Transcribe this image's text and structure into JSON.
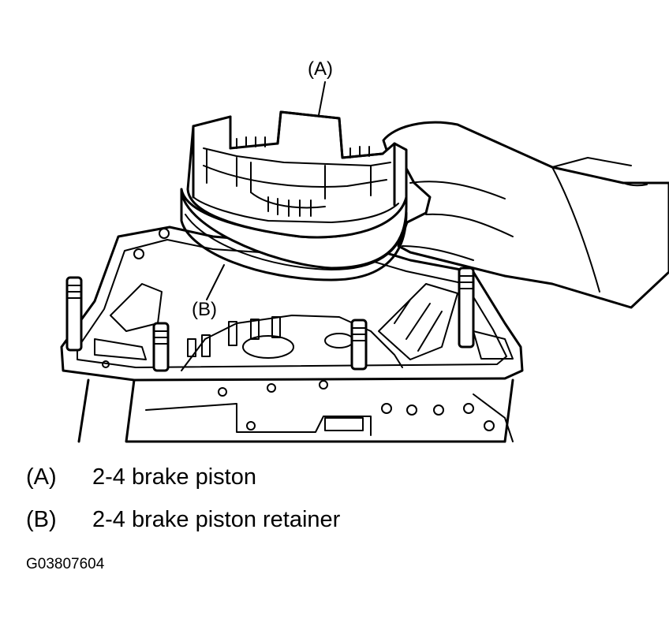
{
  "callouts": {
    "a": "(A)",
    "b": "(B)"
  },
  "legend": [
    {
      "key": "(A)",
      "text": "2-4 brake piston"
    },
    {
      "key": "(B)",
      "text": "2-4 brake piston retainer"
    }
  ],
  "figure_code": "G03807604"
}
